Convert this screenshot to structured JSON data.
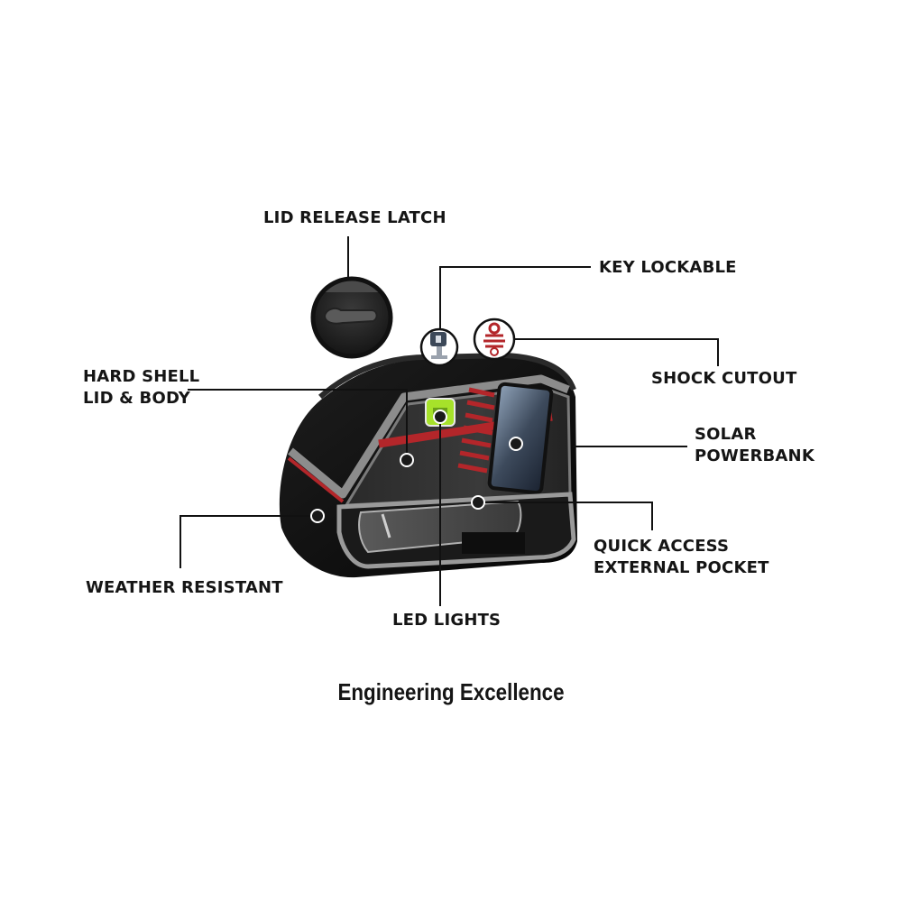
{
  "callouts": {
    "lid_release_latch": "LID RELEASE LATCH",
    "key_lockable": "KEY LOCKABLE",
    "hard_shell": [
      "HARD SHELL",
      "LID & BODY"
    ],
    "shock_cutout": "SHOCK CUTOUT",
    "solar_powerbank": [
      "SOLAR",
      "POWERBANK"
    ],
    "weather_resistant": "WEATHER RESISTANT",
    "quick_access": [
      "QUICK ACCESS",
      "EXTERNAL POCKET"
    ],
    "led_lights": "LED LIGHTS"
  },
  "caption": "Engineering Excellence",
  "colors": {
    "bag_body": "#0c0c0c",
    "trim": "#8c8c8c",
    "accent_red": "#b3262a",
    "led_green": "#a6e22a",
    "leader_line": "#111111"
  }
}
